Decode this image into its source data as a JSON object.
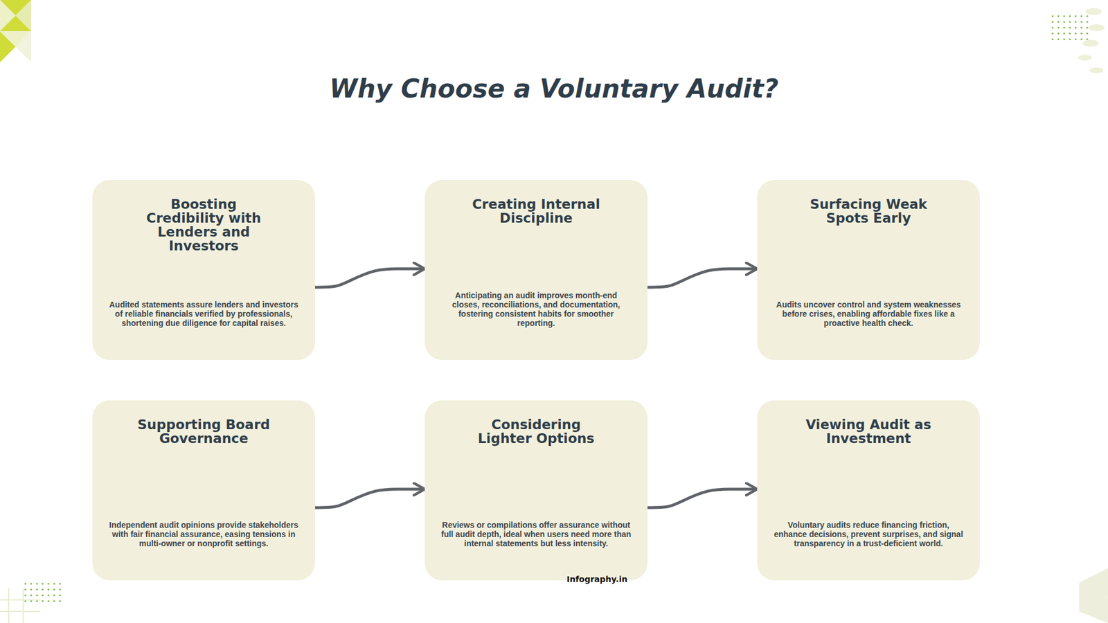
{
  "diagram": {
    "title": "Why Choose a Voluntary Audit?",
    "nodes": [
      {
        "text": [
          "Boosting Credibility with Lenders and Investors",
          "Audited statements assure lenders and investors of reliable financials verified by professionals, shortening due diligence for capital raises."
        ]
      },
      {
        "text": [
          "Creating Internal Discipline",
          "Anticipating an audit improves month-end closes, reconciliations, and documentation, fostering consistent habits for smoother reporting."
        ]
      },
      {
        "text": [
          "Surfacing Weak Spots Early",
          "Audits uncover control and system weaknesses before crises, enabling affordable fixes like a proactive health check."
        ]
      },
      {
        "text": [
          "Supporting Board Governance",
          "Independent audit opinions provide stakeholders with fair financial assurance, easing tensions in multi-owner or nonprofit settings."
        ]
      },
      {
        "text": [
          "Considering Lighter Options",
          "Reviews or compilations offer assurance without full audit depth, ideal when users need more than internal statements but less intensity."
        ]
      },
      {
        "text": [
          "Viewing Audit as Investment",
          "Voluntary audits reduce financing friction, enhance decisions, prevent surprises, and signal transparency in a trust-deficient world."
        ]
      }
    ],
    "edges": [
      {
        "from": 0,
        "to": 1,
        "arrow": "to"
      },
      {
        "from": 1,
        "to": 2,
        "arrow": "to"
      },
      {
        "from": 3,
        "to": 4,
        "arrow": "to"
      },
      {
        "from": 4,
        "to": 5,
        "arrow": "to"
      }
    ],
    "labels": [
      "Infography.in"
    ]
  }
}
